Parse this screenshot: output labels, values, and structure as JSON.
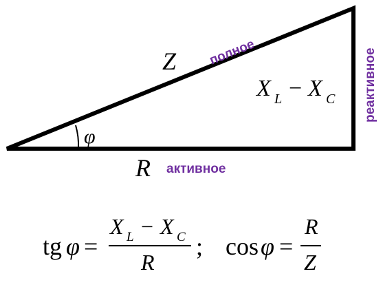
{
  "triangle": {
    "hypotenuse_symbol": "Z",
    "base_symbol": "R",
    "angle_symbol": "φ",
    "reactance_X": "X",
    "reactance_L": "L",
    "reactance_minus": "−",
    "reactance_C": "C"
  },
  "labels": {
    "full": "полное",
    "active": "активное",
    "reactive": "реактивное"
  },
  "formula": {
    "tg": "tg",
    "phi": "φ",
    "equals": "=",
    "num_X": "X",
    "num_L": "L",
    "num_minus": "−",
    "num_C": "C",
    "den_R": "R",
    "separator": ";",
    "cos": "cos",
    "num2_R": "R",
    "den2_Z": "Z"
  },
  "colors": {
    "label": "#7030a0",
    "line": "#000000"
  }
}
